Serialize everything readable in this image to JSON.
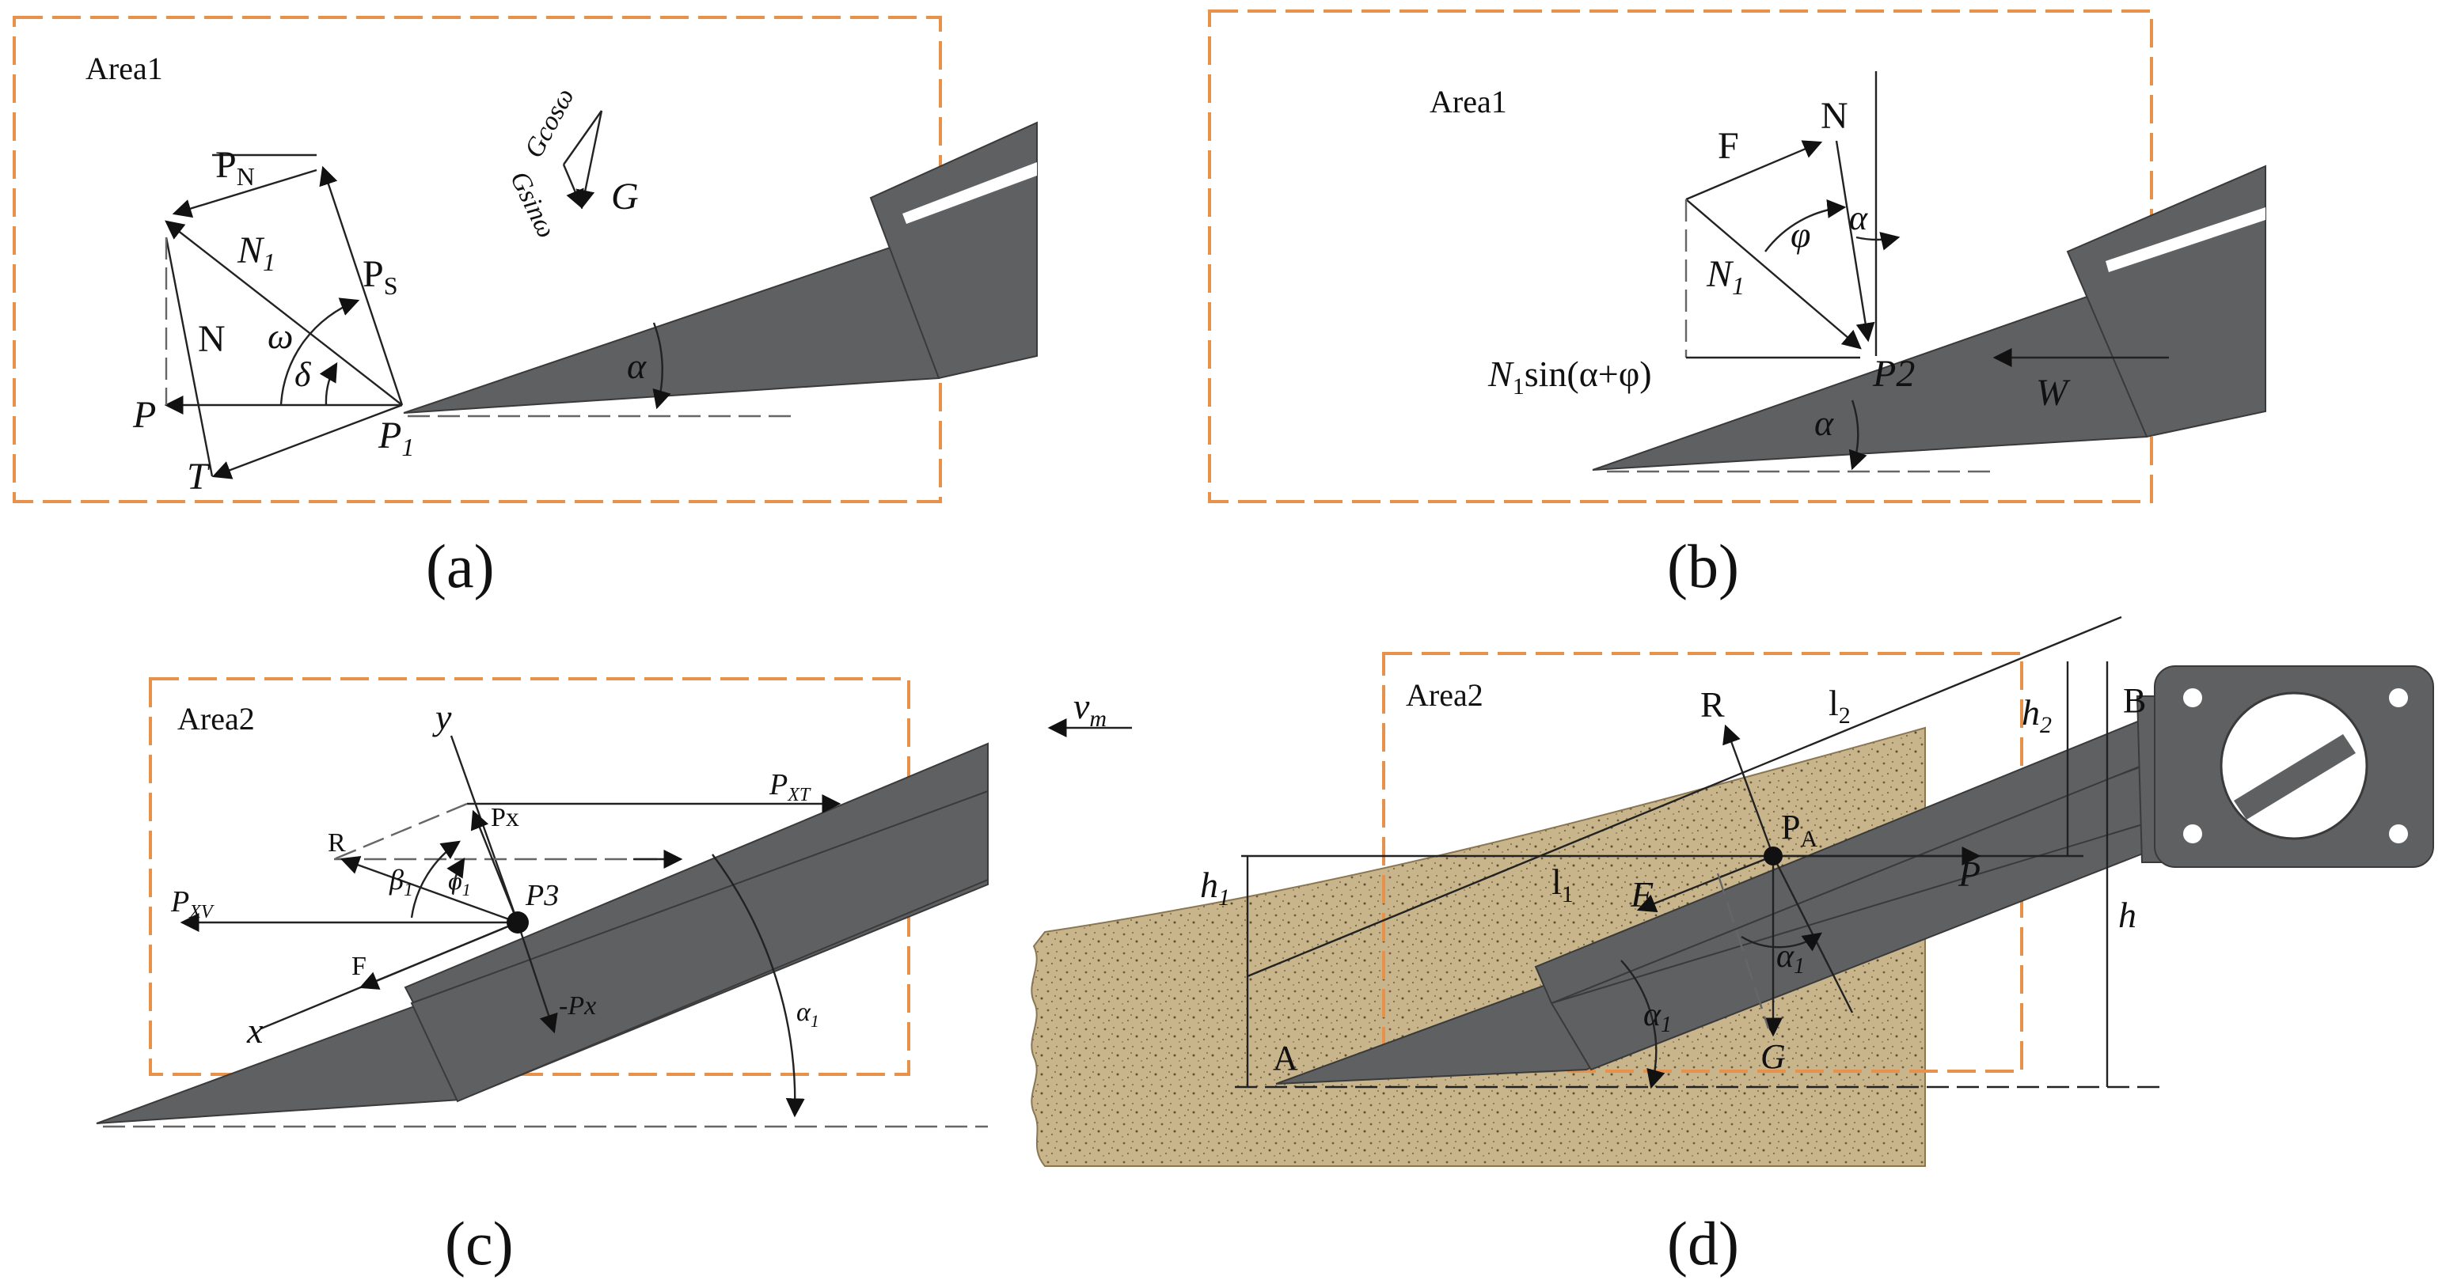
{
  "panels": {
    "a": {
      "caption": "(a)",
      "area": "Area1",
      "labels": {
        "pn": "P",
        "pn_sub": "N",
        "ps": "P",
        "ps_sub": "S",
        "n1": "N",
        "n1_sub": "1",
        "n": "N",
        "omega": "ω",
        "delta": "δ",
        "p": "P",
        "p1": "P",
        "p1_sub": "1",
        "t": "T",
        "alpha": "α",
        "gcos": "Gcosω",
        "gsin": "Gsinω",
        "g": "G"
      }
    },
    "b": {
      "caption": "(b)",
      "area": "Area1",
      "labels": {
        "f": "F",
        "n": "N",
        "phi": "φ",
        "alpha_top": "α",
        "n1": "N",
        "n1_sub": "1",
        "n1sin_a": "N",
        "n1sin_sub": "1",
        "n1sin_b": "sin(α+φ)",
        "p2": "P2",
        "alpha_bot": "α",
        "w": "W"
      }
    },
    "c": {
      "caption": "(c)",
      "area": "Area2",
      "labels": {
        "y": "y",
        "px_top": "Px",
        "pxt": "P",
        "pxt_sub": "XT",
        "r": "R",
        "beta": "β",
        "beta_sub": "1",
        "phi": "φ",
        "phi_sub": "1",
        "p3": "P3",
        "pxv": "P",
        "pxv_sub": "XV",
        "f": "F",
        "neg_px": "-Px",
        "x": "x",
        "alpha": "α",
        "alpha_sub": "1"
      }
    },
    "d": {
      "caption": "(d)",
      "area": "Area2",
      "labels": {
        "vm": "v",
        "vm_sub": "m",
        "r": "R",
        "l2": "l",
        "l2_sub": "2",
        "h2": "h",
        "h2_sub": "2",
        "b": "B",
        "h1": "h",
        "h1_sub": "1",
        "l1": "l",
        "l1_sub": "1",
        "pa": "P",
        "pa_sub": "A",
        "f": "F",
        "p": "P",
        "h": "h",
        "alpha1": "α",
        "alpha1_sub": "1",
        "alpha1b": "α",
        "alpha1b_sub": "1",
        "a": "A",
        "g": "G"
      }
    }
  },
  "colors": {
    "blade": "#5f6062",
    "box": "#e8914a",
    "soil": "#c9b58c"
  }
}
